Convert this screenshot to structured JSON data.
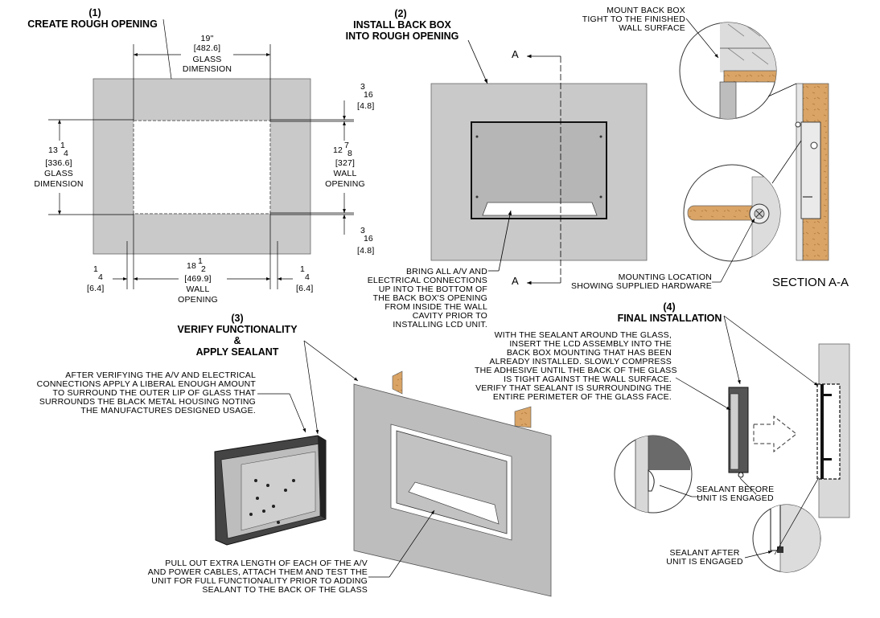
{
  "colors": {
    "panel": "#c9c9c9",
    "panel_dark": "#a9a9a9",
    "wood": "#d9a466",
    "line": "#000000",
    "white": "#ffffff"
  },
  "step1": {
    "number": "(1)",
    "title": "CREATE ROUGH OPENING",
    "top_dim_whole": "19\"",
    "top_dim_mm": "[482.6]",
    "top_dim_label1": "GLASS",
    "top_dim_label2": "DIMENSION",
    "left_dim_whole": "13",
    "left_dim_num": "1",
    "left_dim_den": "4",
    "left_dim_mm": "[336.6]",
    "left_dim_label1": "GLASS",
    "left_dim_label2": "DIMENSION",
    "right_dim_whole": "12",
    "right_dim_num": "7",
    "right_dim_den": "8",
    "right_dim_mm": "[327]",
    "right_dim_label1": "WALL",
    "right_dim_label2": "OPENING",
    "top_gap_num": "3",
    "top_gap_den": "16",
    "top_gap_mm": "[4.8]",
    "bottom_gap_num": "3",
    "bottom_gap_den": "16",
    "bottom_gap_mm": "[4.8]",
    "bottom_dim_whole": "18",
    "bottom_dim_num": "1",
    "bottom_dim_den": "2",
    "bottom_dim_mm": "[469.9]",
    "bottom_dim_label1": "WALL",
    "bottom_dim_label2": "OPENING",
    "left_gap_num": "1",
    "left_gap_den": "4",
    "left_gap_mm": "[6.4]",
    "right_gap_num": "1",
    "right_gap_den": "4",
    "right_gap_mm": "[6.4]"
  },
  "step2": {
    "number": "(2)",
    "title_line1": "INSTALL BACK BOX",
    "title_line2": "INTO ROUGH OPENING",
    "section_marker_top": "A",
    "section_marker_bottom": "A",
    "note": [
      "BRING ALL A/V AND",
      "ELECTRICAL CONNECTIONS",
      "UP INTO THE BOTTOM OF",
      "THE BACK BOX'S OPENING",
      "FROM INSIDE THE WALL",
      "CAVITY PRIOR TO",
      "INSTALLING LCD UNIT."
    ]
  },
  "section": {
    "mount_note": [
      "MOUNT BACK BOX",
      "TIGHT TO THE FINISHED",
      "WALL SURFACE"
    ],
    "mounting_note": [
      "MOUNTING LOCATION",
      "SHOWING SUPPLIED HARDWARE"
    ],
    "label": "SECTION A-A"
  },
  "step3": {
    "number": "(3)",
    "title_line1": "VERIFY FUNCTIONALITY",
    "title_line2": "&",
    "title_line3": "APPLY SEALANT",
    "note_top": [
      "AFTER VERIFYING THE A/V AND ELECTRICAL",
      "CONNECTIONS APPLY A LIBERAL ENOUGH AMOUNT",
      "TO SURROUND THE OUTER LIP OF GLASS THAT",
      "SURROUNDS THE BLACK METAL HOUSING NOTING",
      "THE MANUFACTURES DESIGNED USAGE."
    ],
    "note_bottom": [
      "PULL OUT EXTRA LENGTH OF EACH OF THE A/V",
      "AND POWER CABLES, ATTACH THEM AND TEST THE",
      "UNIT FOR FULL FUNCTIONALITY PRIOR TO ADDING",
      "SEALANT TO THE BACK OF THE GLASS"
    ]
  },
  "step4": {
    "number": "(4)",
    "title": "FINAL INSTALLATION",
    "note": [
      "WITH THE SEALANT AROUND THE GLASS,",
      "INSERT THE LCD ASSEMBLY INTO THE",
      "BACK BOX MOUNTING THAT HAS BEEN",
      "ALREADY INSTALLED. SLOWLY COMPRESS",
      "THE ADHESIVE UNTIL THE BACK OF THE GLASS",
      "IS TIGHT AGAINST THE WALL SURFACE.",
      "VERIFY THAT SEALANT IS SURROUNDING THE",
      "ENTIRE PERIMETER OF THE GLASS FACE."
    ],
    "sealant_before": [
      "SEALANT BEFORE",
      "UNIT IS ENGAGED"
    ],
    "sealant_after": [
      "SEALANT AFTER",
      "UNIT IS ENGAGED"
    ]
  }
}
